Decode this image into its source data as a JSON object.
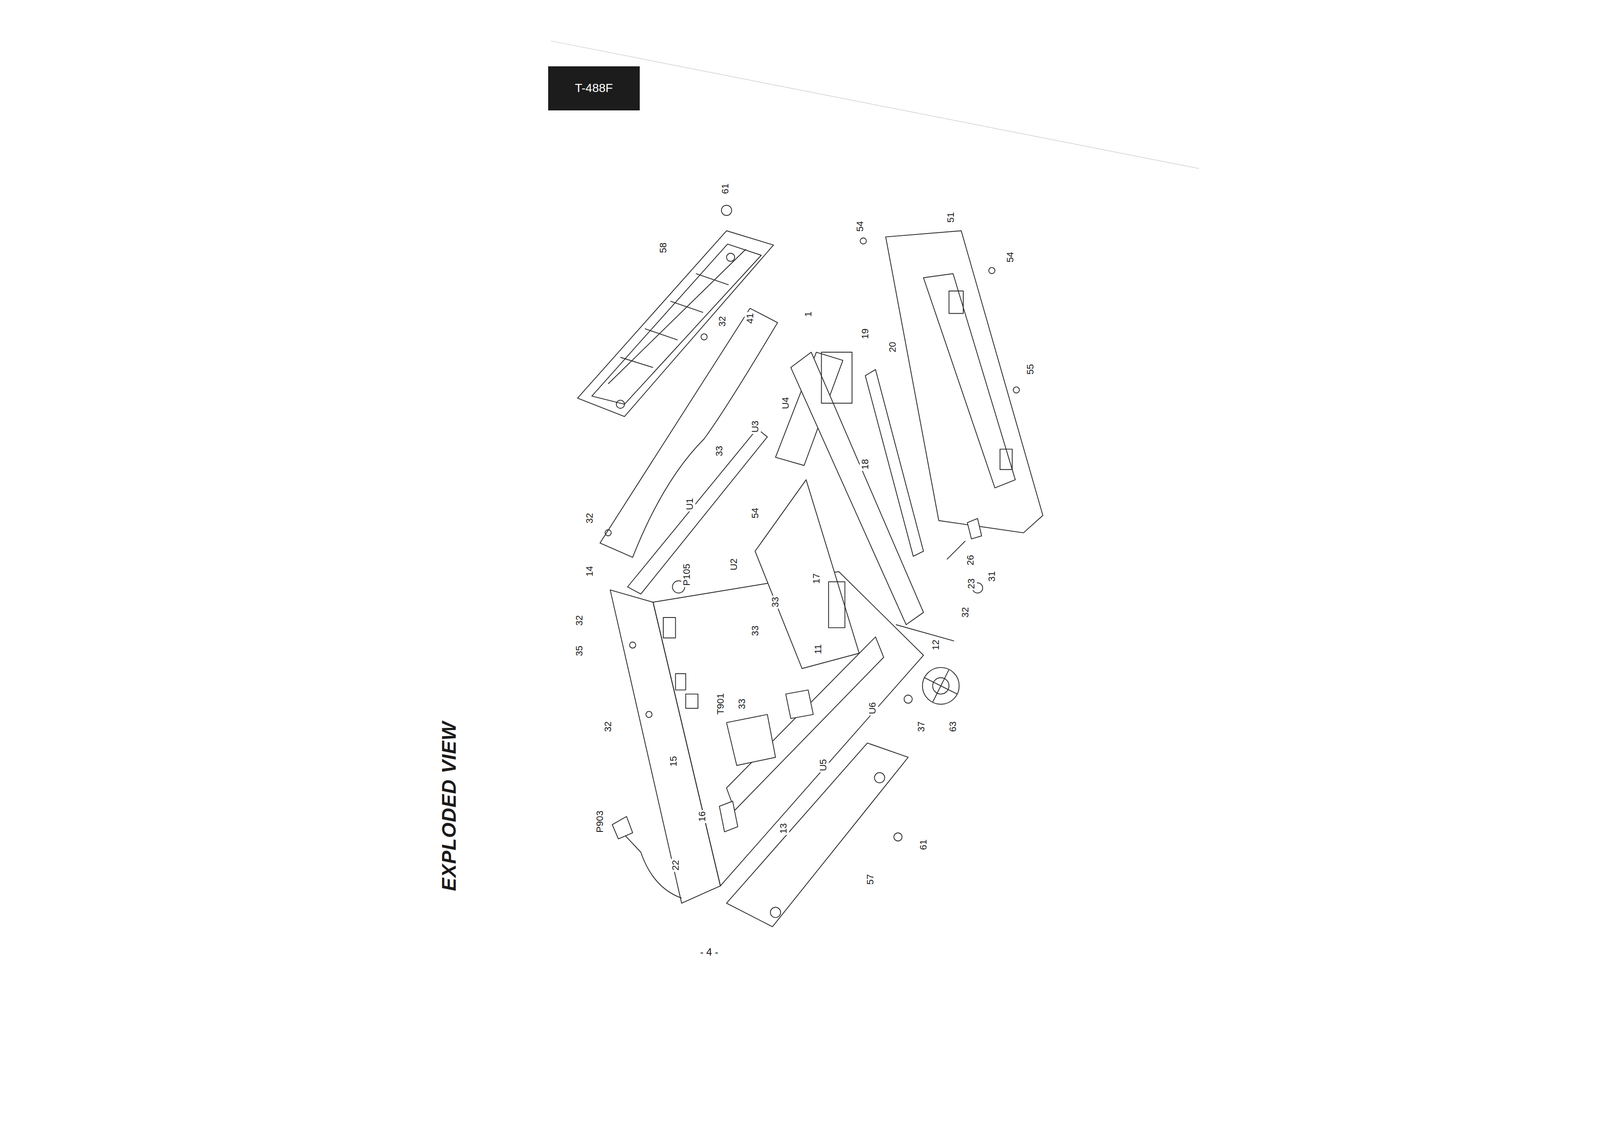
{
  "diagram": {
    "title": "EXPLODED VIEW",
    "caption": "- 4 -",
    "nodes": [
      {
        "text": [
          "T-488F"
        ]
      }
    ],
    "labels": [
      "61",
      "58",
      "32",
      "41",
      "1",
      "54",
      "51",
      "54",
      "19",
      "20",
      "55",
      "U4",
      "U3",
      "33",
      "18",
      "54",
      "U1",
      "32",
      "14",
      "P105",
      "U2",
      "17",
      "26",
      "23",
      "31",
      "32",
      "33",
      "12",
      "33",
      "32",
      "35",
      "11",
      "T901",
      "33",
      "37",
      "63",
      "U6",
      "U5",
      "32",
      "15",
      "16",
      "13",
      "61",
      "57",
      "P903",
      "22"
    ]
  }
}
